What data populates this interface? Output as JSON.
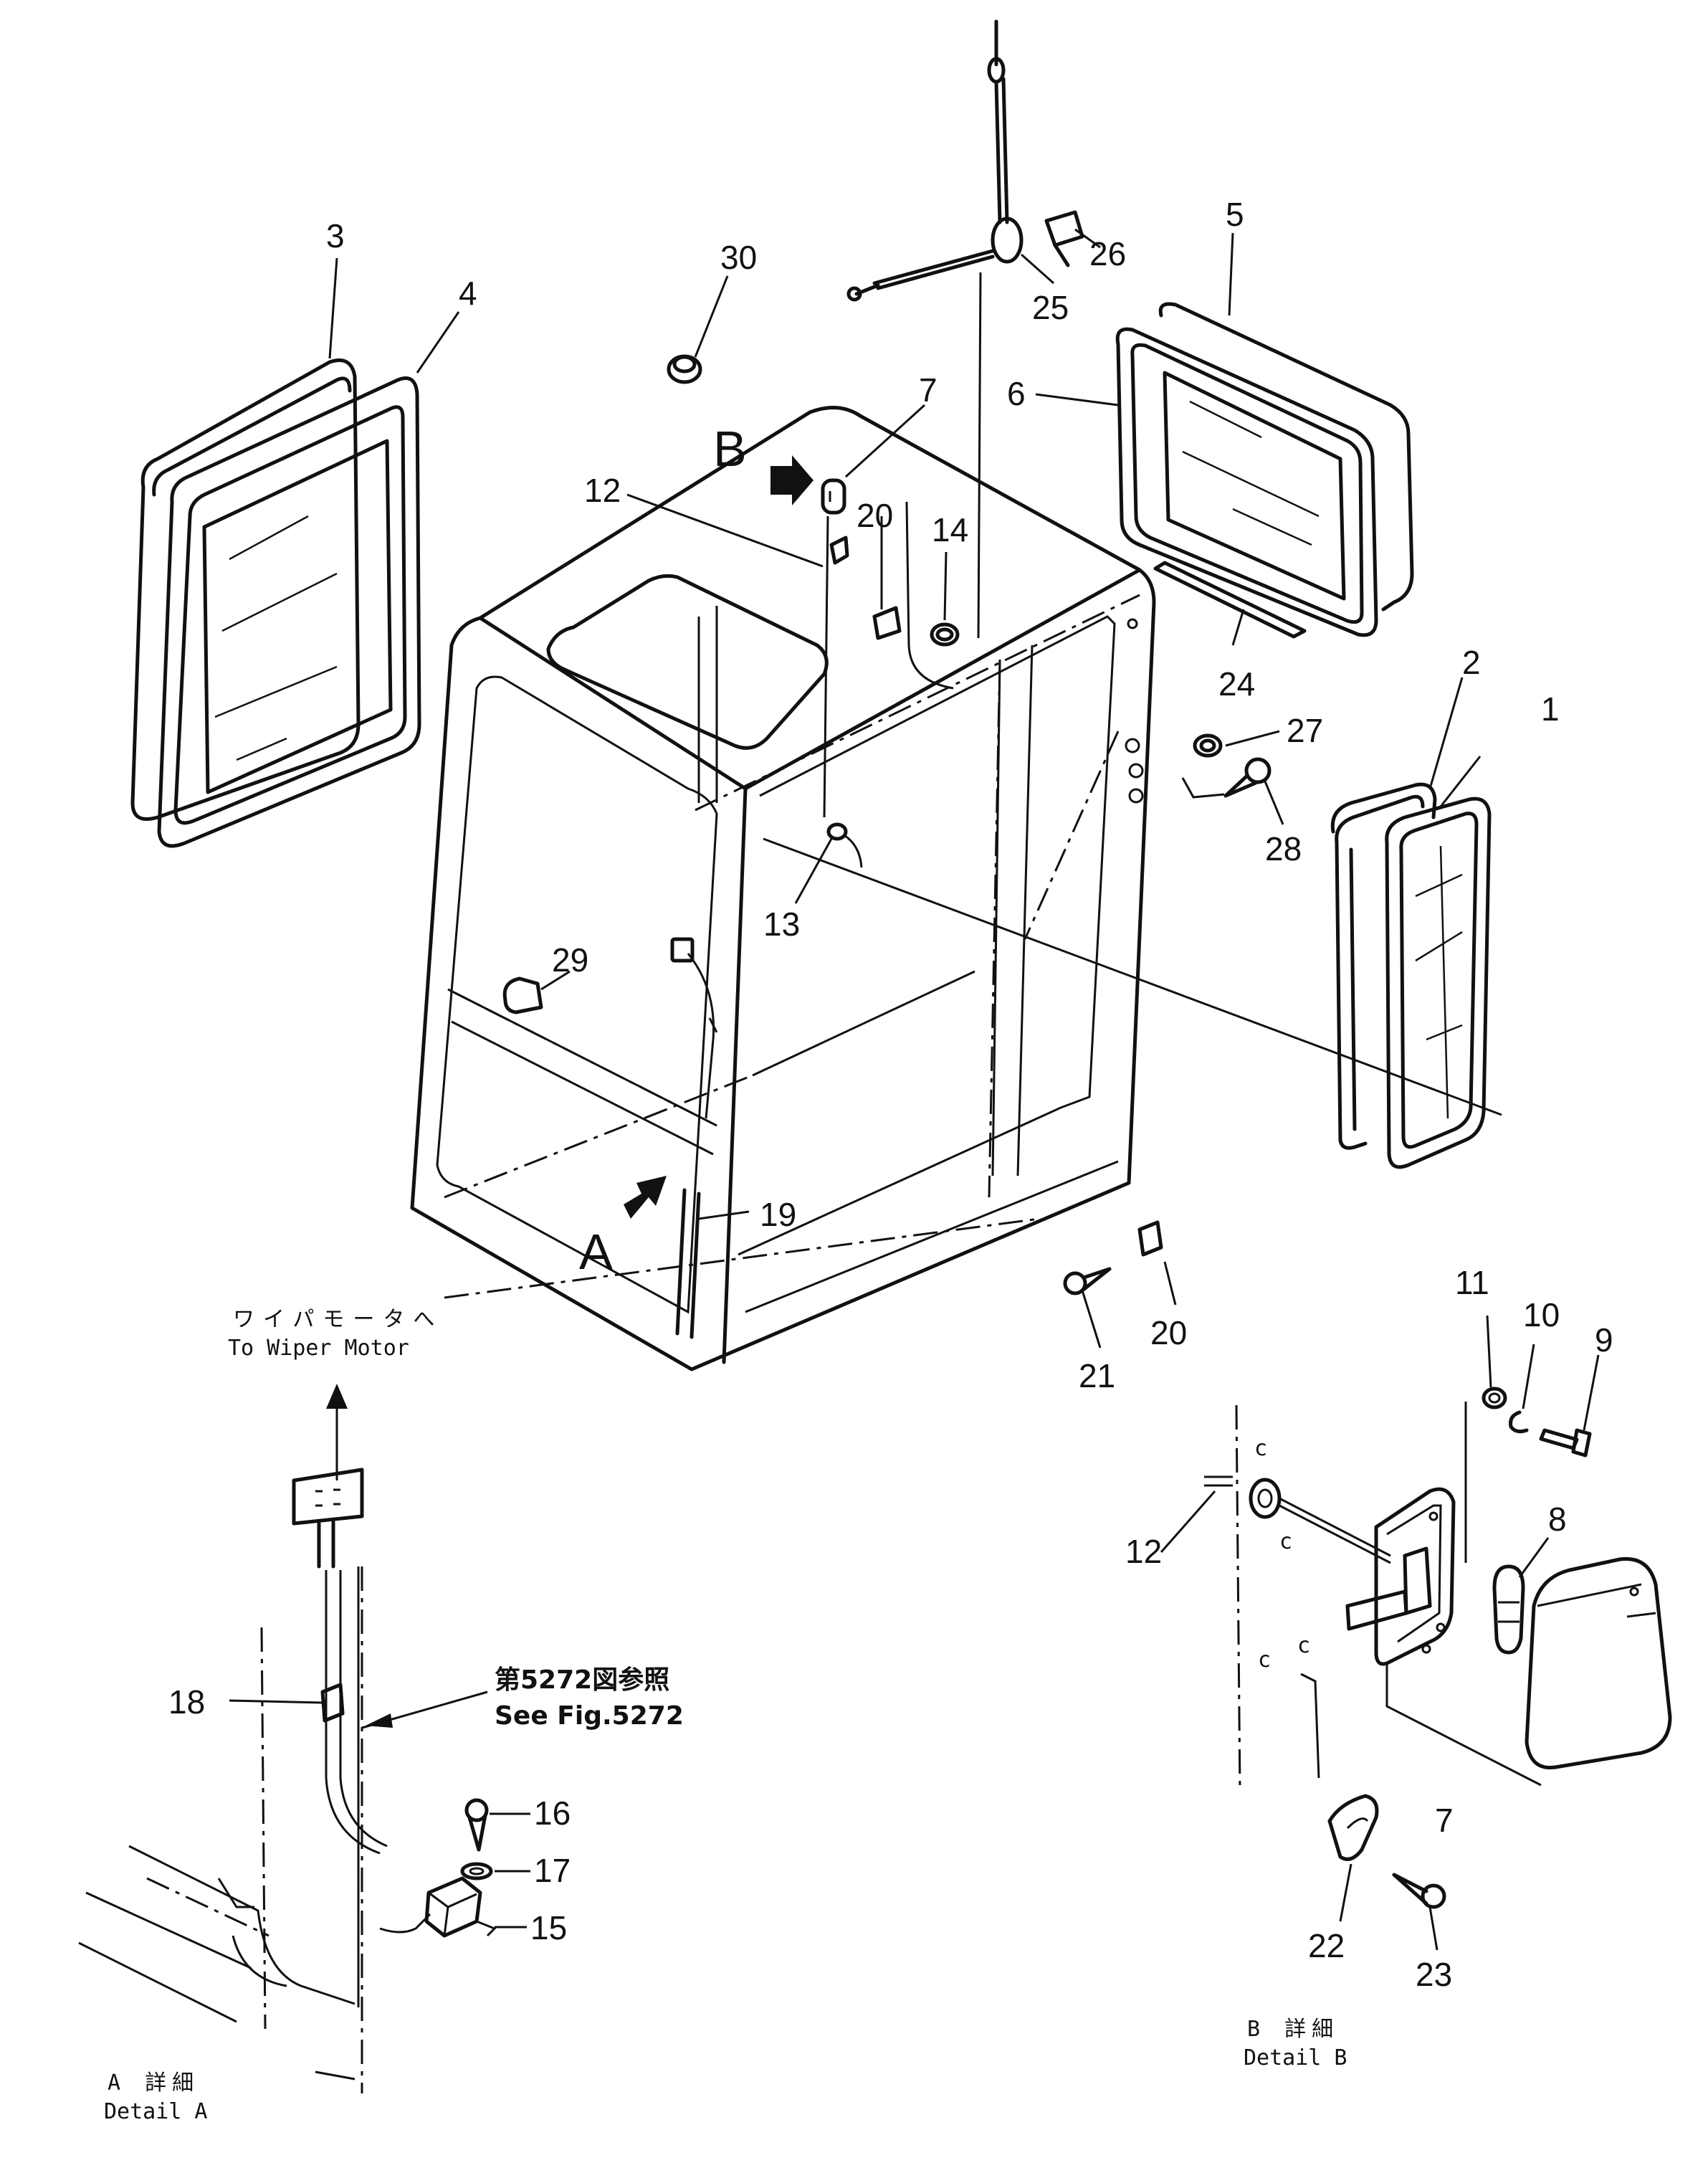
{
  "callouts": [
    {
      "id": "p1",
      "text": "1"
    },
    {
      "id": "p2",
      "text": "2"
    },
    {
      "id": "p3",
      "text": "3"
    },
    {
      "id": "p4",
      "text": "4"
    },
    {
      "id": "p5",
      "text": "5"
    },
    {
      "id": "p6",
      "text": "6"
    },
    {
      "id": "p7a",
      "text": "7"
    },
    {
      "id": "p7b",
      "text": "7"
    },
    {
      "id": "p8",
      "text": "8"
    },
    {
      "id": "p9",
      "text": "9"
    },
    {
      "id": "p10",
      "text": "10"
    },
    {
      "id": "p11",
      "text": "11"
    },
    {
      "id": "p12a",
      "text": "12"
    },
    {
      "id": "p12b",
      "text": "12"
    },
    {
      "id": "p13",
      "text": "13"
    },
    {
      "id": "p14",
      "text": "14"
    },
    {
      "id": "p15",
      "text": "15"
    },
    {
      "id": "p16",
      "text": "16"
    },
    {
      "id": "p17",
      "text": "17"
    },
    {
      "id": "p18",
      "text": "18"
    },
    {
      "id": "p19",
      "text": "19"
    },
    {
      "id": "p20a",
      "text": "20"
    },
    {
      "id": "p20b",
      "text": "20"
    },
    {
      "id": "p21",
      "text": "21"
    },
    {
      "id": "p22",
      "text": "22"
    },
    {
      "id": "p23",
      "text": "23"
    },
    {
      "id": "p24",
      "text": "24"
    },
    {
      "id": "p25",
      "text": "25"
    },
    {
      "id": "p26",
      "text": "26"
    },
    {
      "id": "p27",
      "text": "27"
    },
    {
      "id": "p28",
      "text": "28"
    },
    {
      "id": "p29",
      "text": "29"
    },
    {
      "id": "p30",
      "text": "30"
    }
  ],
  "views": {
    "a": "A",
    "b": "B"
  },
  "notes": {
    "wiper_jp": "ワイパモータへ",
    "wiper_en": "To Wiper Motor",
    "see_fig_jp": "第5272図参照",
    "see_fig_en": "See Fig.5272",
    "detail_a_jp": "A 詳細",
    "detail_a_en": "Detail A",
    "detail_b_jp": "B 詳細",
    "detail_b_en": "Detail B"
  }
}
